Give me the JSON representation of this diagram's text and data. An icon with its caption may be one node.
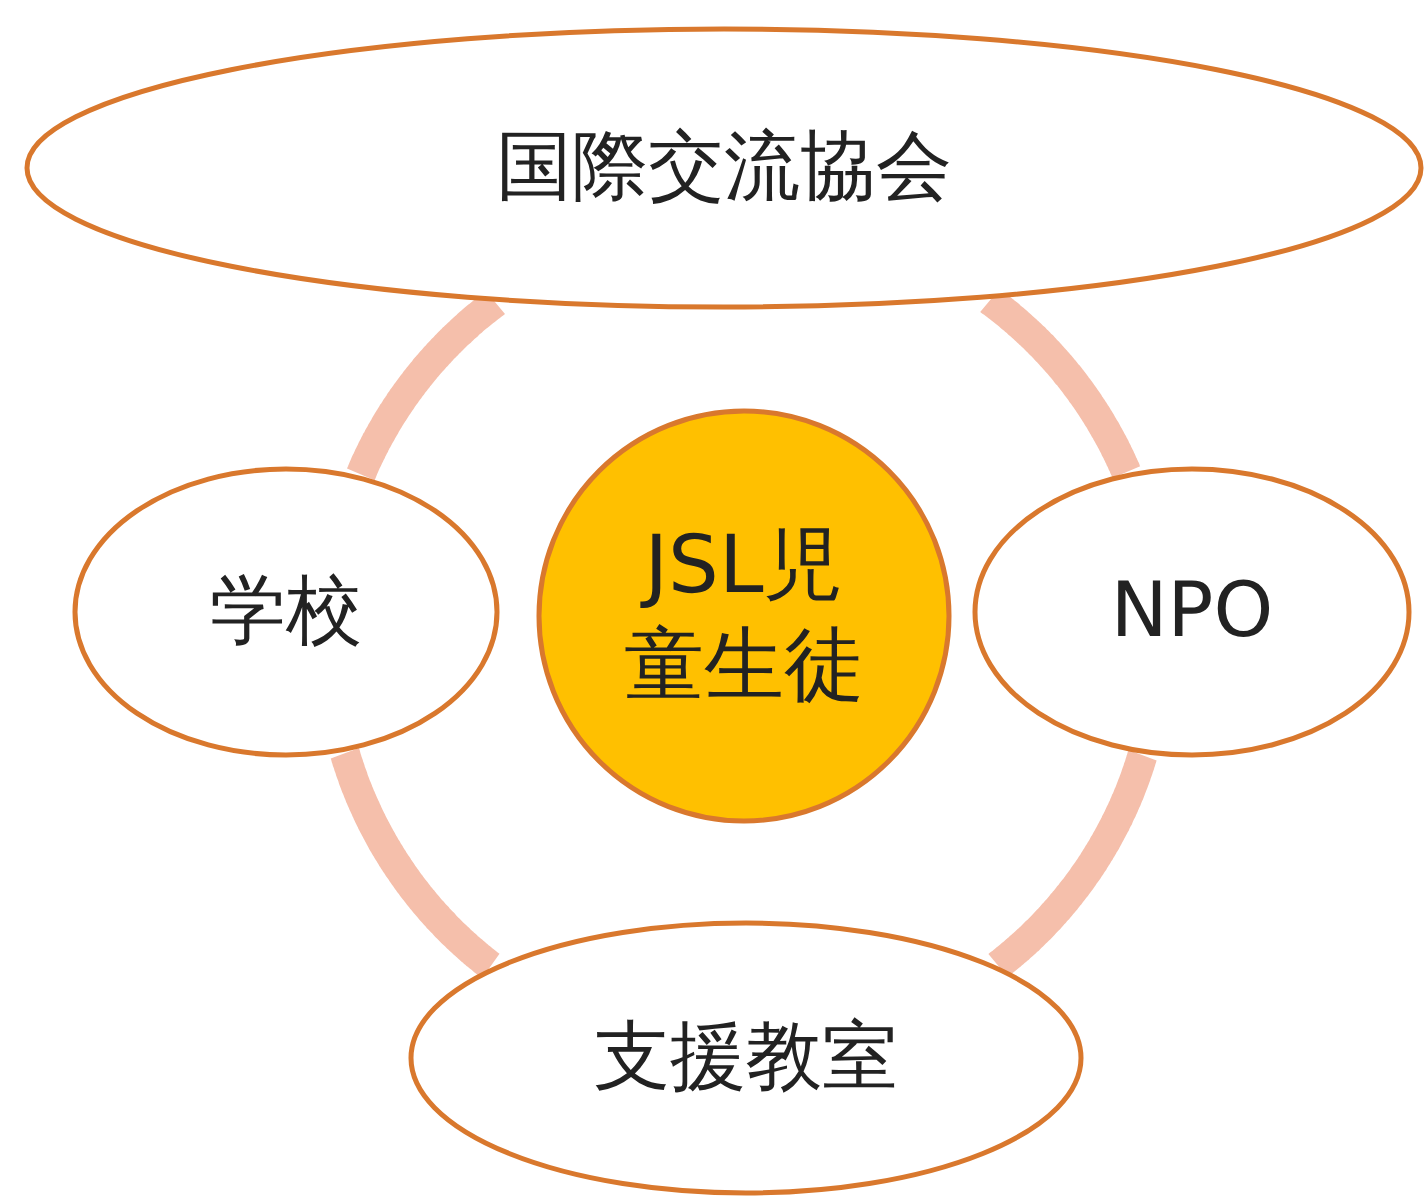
{
  "diagram": {
    "nodes": [
      {
        "text": [
          "国際交流協会"
        ]
      },
      {
        "text": [
          "学校"
        ]
      },
      {
        "text": [
          "JSL児童生徒"
        ]
      },
      {
        "text": [
          "NPO"
        ]
      },
      {
        "text": [
          "支援教室"
        ]
      }
    ],
    "edges": [
      {
        "from": 0,
        "to": 1,
        "arrow": "none"
      },
      {
        "from": 0,
        "to": 3,
        "arrow": "none"
      },
      {
        "from": 1,
        "to": 4,
        "arrow": "none"
      },
      {
        "from": 3,
        "to": 4,
        "arrow": "none"
      }
    ]
  }
}
